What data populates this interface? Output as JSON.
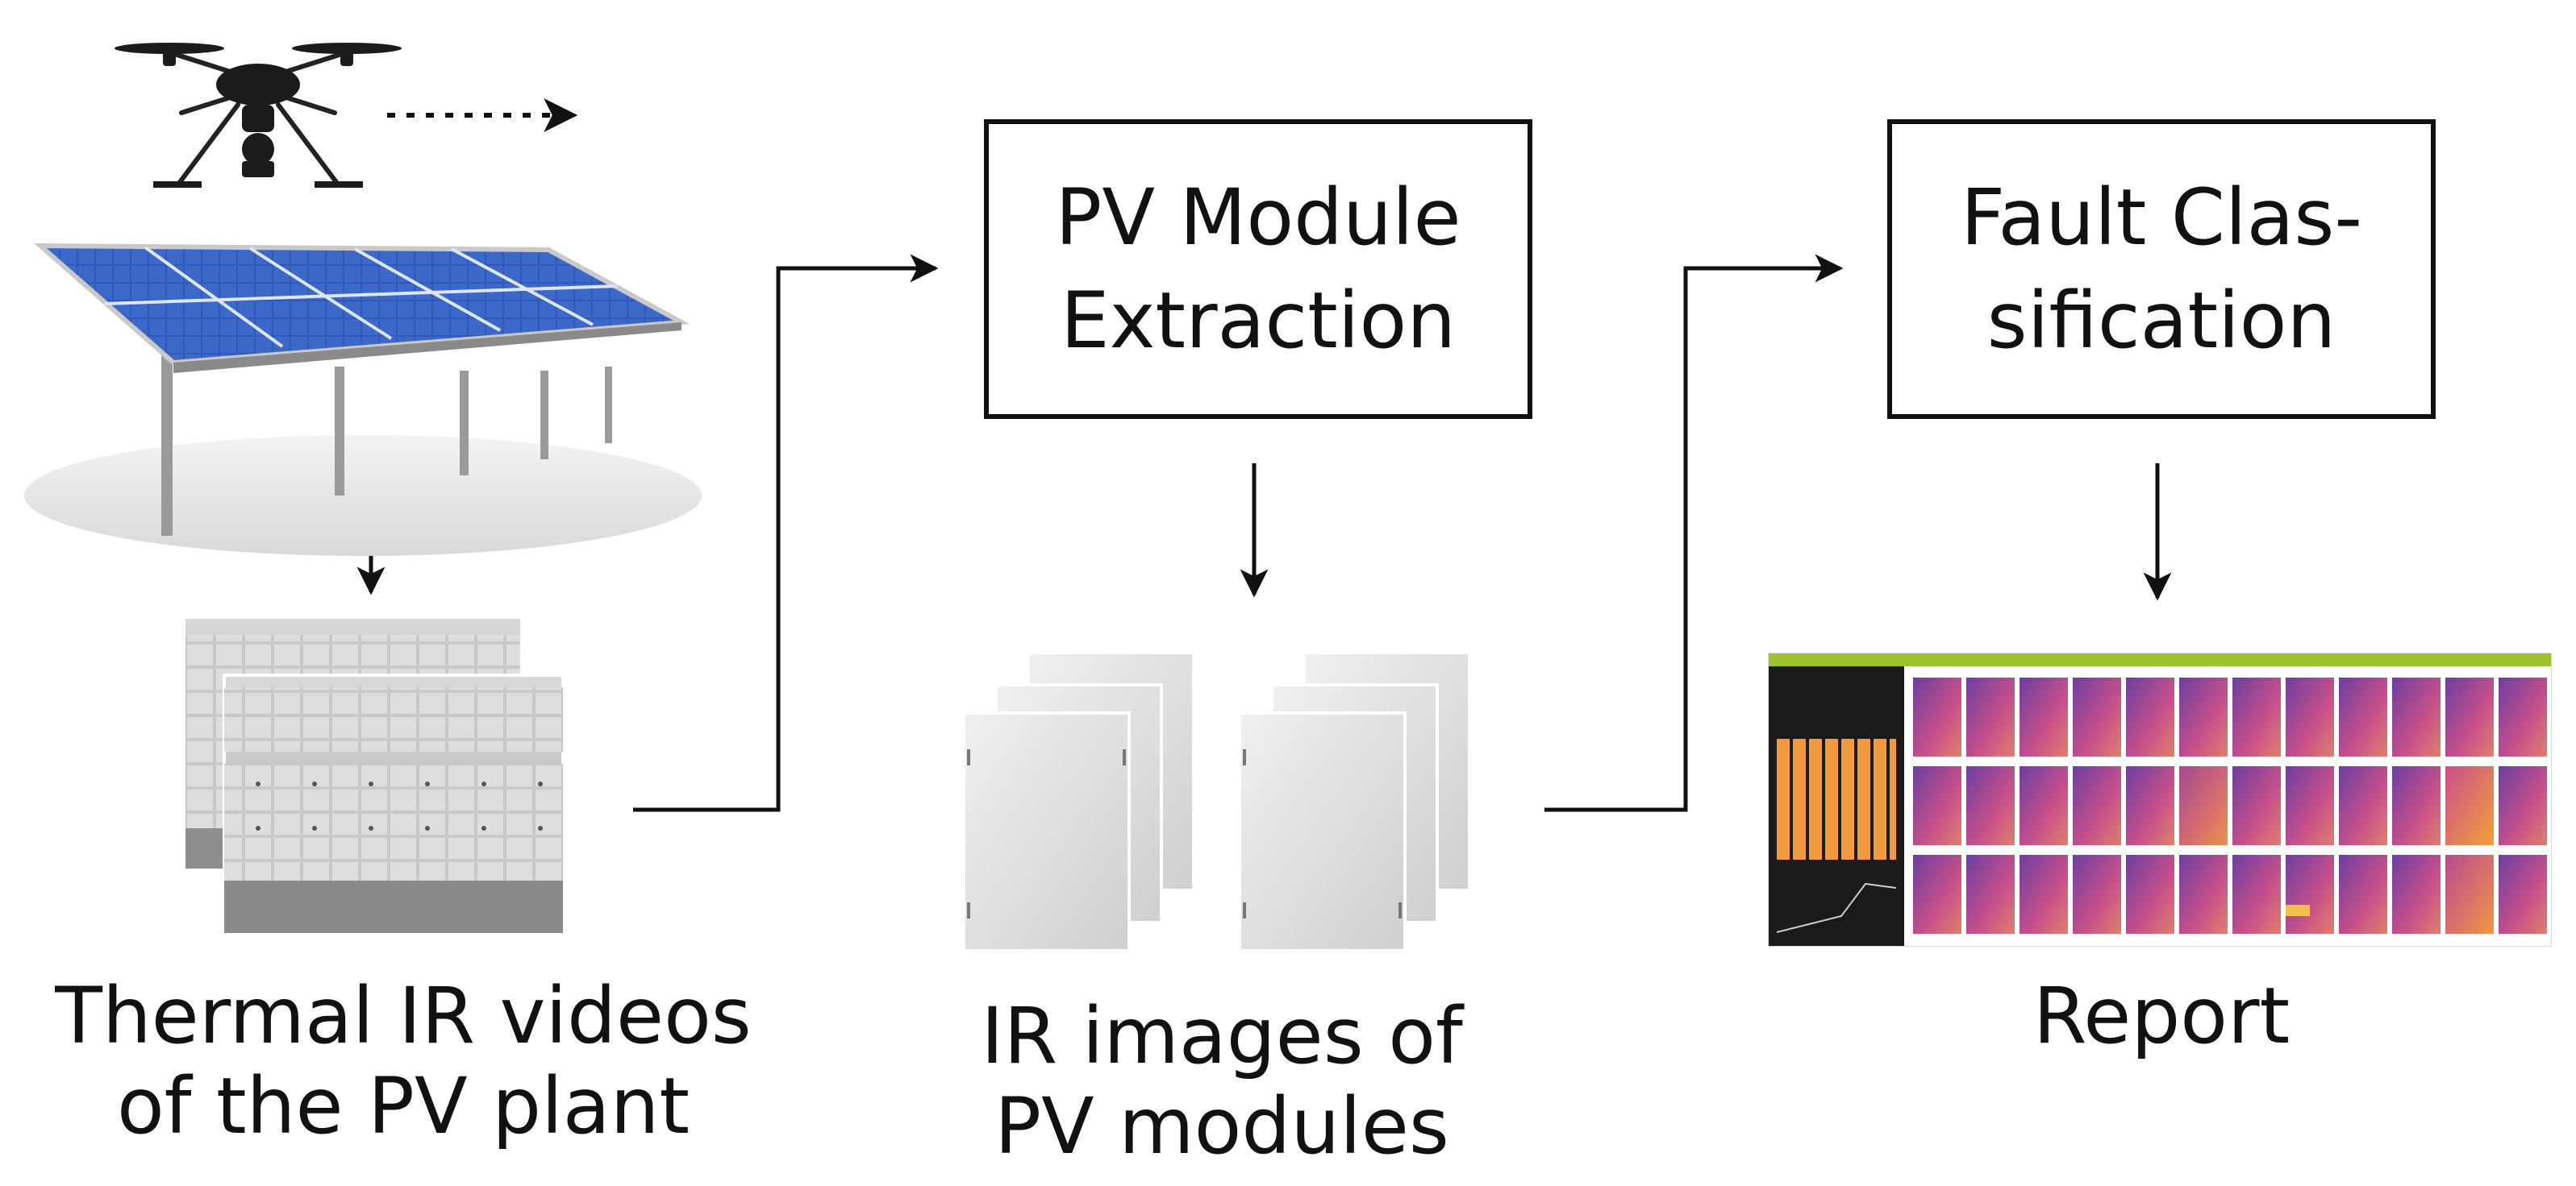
{
  "steps": {
    "extraction": {
      "label_line1": "PV Module",
      "label_line2": "Extraction"
    },
    "classification": {
      "label_line1": "Fault Clas-",
      "label_line2": "sification"
    }
  },
  "captions": {
    "thermal": {
      "line1": "Thermal IR videos",
      "line2": "of the PV plant"
    },
    "ir_images": {
      "line1": "IR images of",
      "line2": "PV modules"
    },
    "report": {
      "line1": "Report"
    }
  },
  "colors": {
    "stroke": "#111111",
    "panel_blue": "#2f58b8",
    "report_bar": "#9fc130",
    "thermal_low": "#6b3fa0",
    "thermal_mid": "#c8508a",
    "thermal_high": "#f2a03a"
  },
  "icons": [
    "drone-icon",
    "solar-panel-array-icon",
    "thermal-video-frames-icon",
    "ir-module-images-icon",
    "report-screenshot-icon"
  ]
}
